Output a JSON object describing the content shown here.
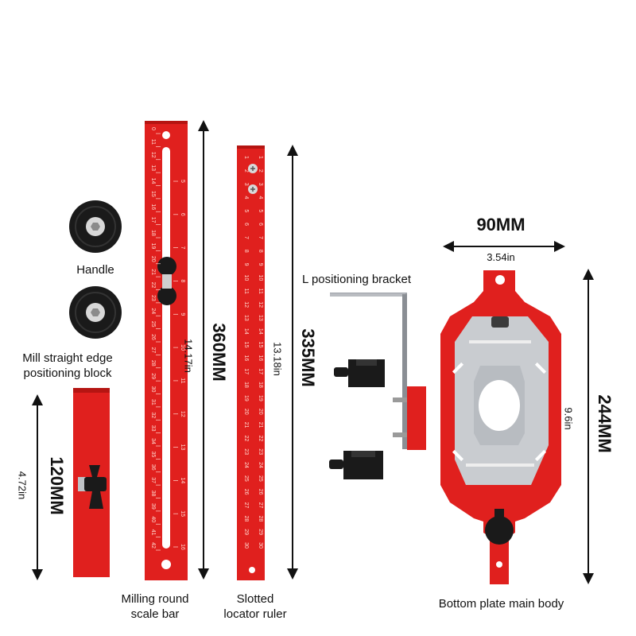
{
  "labels": {
    "handle": "Handle",
    "mill_block_line1": "Mill straight edge",
    "mill_block_line2": "positioning block",
    "scale_bar_line1": "Milling round",
    "scale_bar_line2": "scale bar",
    "locator_line1": "Slotted",
    "locator_line2": "locator ruler",
    "l_bracket": "L positioning bracket",
    "bottom_plate": "Bottom plate main body"
  },
  "dimensions": {
    "block_mm": "120MM",
    "block_in": "4.72in",
    "scale_mm": "360MM",
    "scale_in": "14.17in",
    "locator_mm": "335MM",
    "locator_in": "13.18in",
    "plate_width_mm": "90MM",
    "plate_width_in": "3.54in",
    "plate_height_mm": "244MM",
    "plate_height_in": "9.6in"
  },
  "scale_bar_ticks_left": [
    "0",
    "11",
    "12",
    "13",
    "14",
    "15",
    "16",
    "17",
    "18",
    "19",
    "20",
    "21",
    "22",
    "23",
    "24",
    "25",
    "26",
    "27",
    "28",
    "29",
    "30",
    "31",
    "32",
    "33",
    "34",
    "35",
    "36",
    "37",
    "38",
    "39",
    "40",
    "41",
    "42"
  ],
  "scale_bar_ticks_right": [
    "5",
    "6",
    "7",
    "8",
    "9",
    "10",
    "11",
    "12",
    "13",
    "14",
    "15",
    "16"
  ],
  "locator_ticks": [
    "1",
    "2",
    "3",
    "4",
    "5",
    "6",
    "7",
    "8",
    "9",
    "10",
    "11",
    "12",
    "13",
    "14",
    "15",
    "16",
    "17",
    "18",
    "19",
    "20",
    "21",
    "22",
    "23",
    "24",
    "25",
    "26",
    "27",
    "28",
    "29",
    "30"
  ],
  "colors": {
    "part_red": "#e0201e",
    "part_red_dark": "#b51512",
    "metal": "#c9ccd0",
    "knob": "#1a1a1a"
  }
}
